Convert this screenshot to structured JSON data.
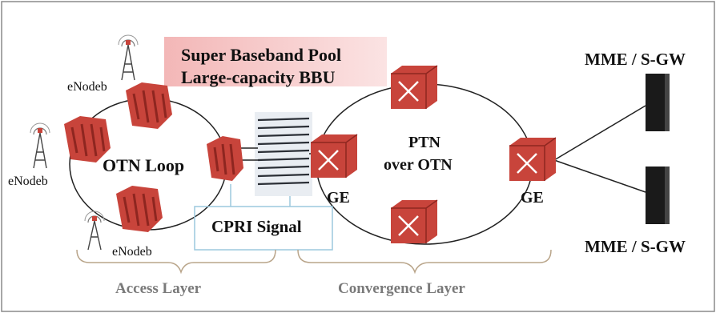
{
  "labels": {
    "pool_line1": "Super Baseband Pool",
    "pool_line2": "Large-capacity BBU",
    "enodeb_top": "eNodeb",
    "enodeb_left": "eNodeb",
    "enodeb_bottom": "eNodeb",
    "otn_loop": "OTN Loop",
    "ptn_line1": "PTN",
    "ptn_line2": "over OTN",
    "ge_left": "GE",
    "ge_right": "GE",
    "cpri": "CPRI Signal",
    "mme_top": "MME / S-GW",
    "mme_bottom": "MME / S-GW",
    "access_layer": "Access Layer",
    "convergence_layer": "Convergence Layer"
  },
  "colors": {
    "device_red": "#c8443b",
    "device_dark": "#8e2620",
    "pool_band": "#f6cccc",
    "cpri_box": "#9cc8dd",
    "server": "#1a1a1a",
    "frame": "#8a8a8a",
    "layer_text": "#7a7a7a"
  },
  "icons": [
    "radio-tower-icon",
    "otn-node-icon",
    "router-icon",
    "bbu-rack-icon",
    "server-icon"
  ]
}
